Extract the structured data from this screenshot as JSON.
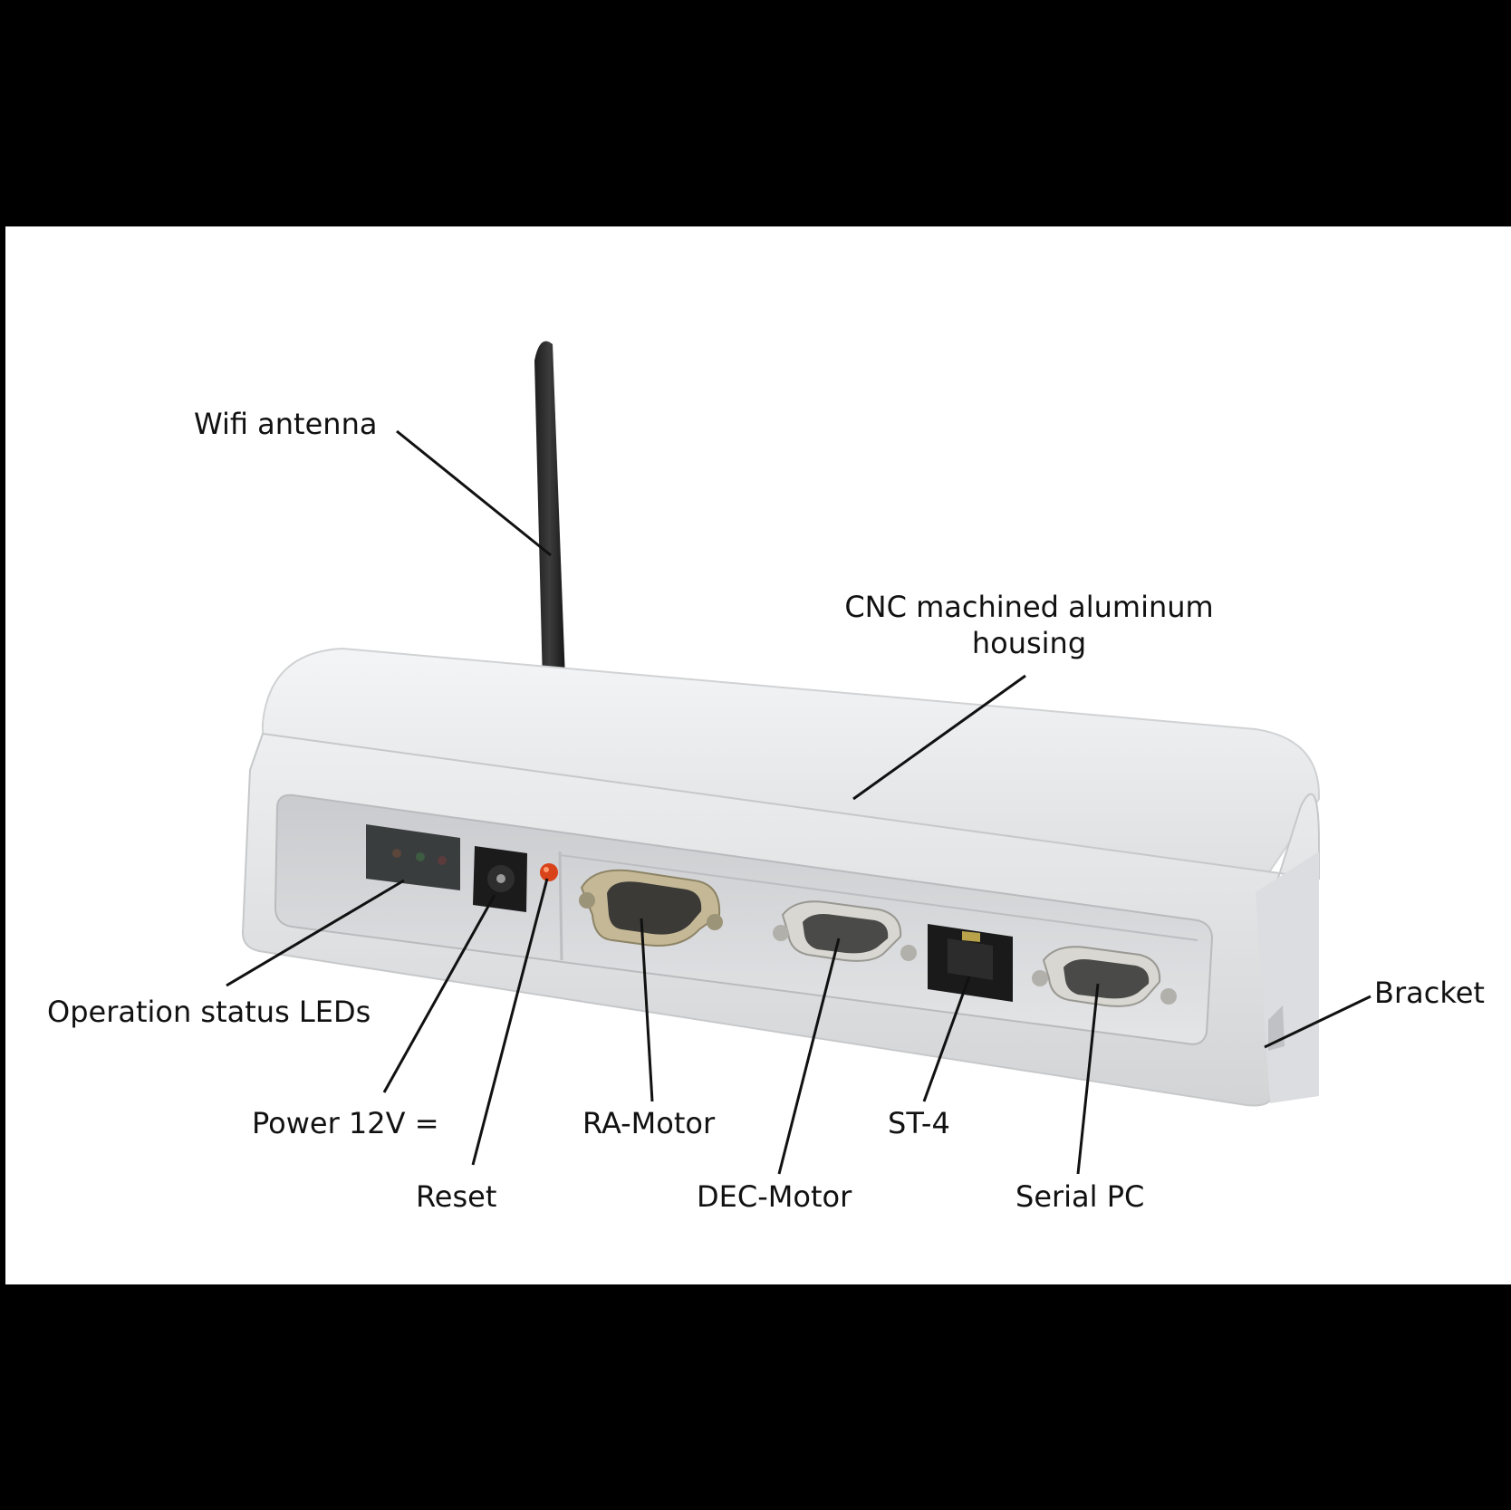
{
  "labels": {
    "wifi_antenna": "Wifi antenna",
    "housing_line1": "CNC machined aluminum",
    "housing_line2": "housing",
    "status_leds": "Operation status LEDs",
    "power": "Power 12V =",
    "reset": "Reset",
    "ra_motor": "RA-Motor",
    "dec_motor": "DEC-Motor",
    "st4": "ST-4",
    "serial_pc": "Serial PC",
    "bracket": "Bracket"
  },
  "colors": {
    "frame": "#000000",
    "background": "#ffffff",
    "housing": "#e6e7e9",
    "antenna": "#2a2a2a",
    "reset_led": "#d9431a",
    "text": "#111111"
  }
}
